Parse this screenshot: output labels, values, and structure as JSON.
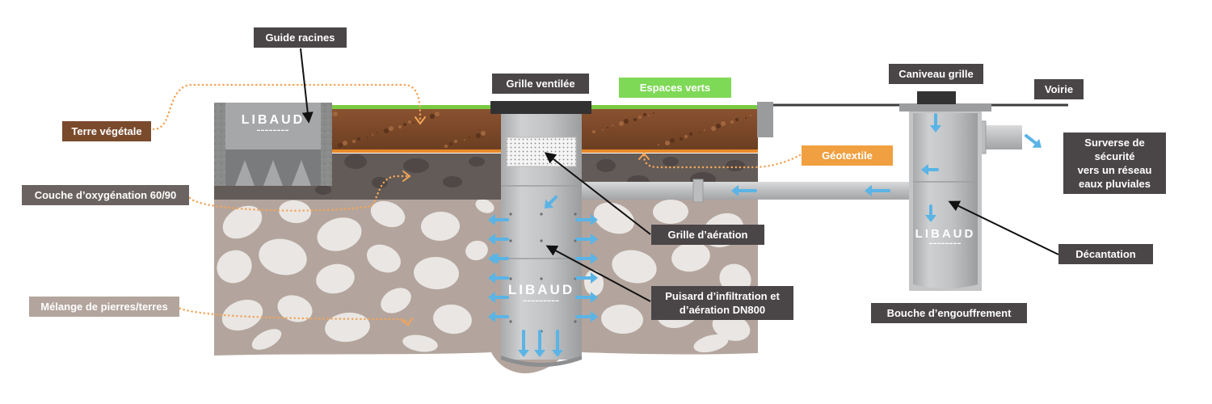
{
  "brand": "LIBAUD",
  "labels": {
    "guide_racines": "Guide racines",
    "grille_ventilee": "Grille ventilée",
    "espaces_verts": "Espaces verts",
    "caniveau_grille": "Caniveau grille",
    "voirie": "Voirie",
    "terre_vegetale": "Terre végétale",
    "geotextile": "Géotextile",
    "surverse_line1": "Surverse de sécurité",
    "surverse_line2": "vers un réseau",
    "surverse_line3": "eaux pluviales",
    "couche_oxygenation": "Couche d’oxygénation 60/90",
    "grille_aeration": "Grille d’aération",
    "decantation": "Décantation",
    "puisard_line1": "Puisard d’infiltration et",
    "puisard_line2": "d’aération DN800",
    "melange": "Mélange de pierres/terres",
    "bouche": "Bouche d’engouffrement"
  },
  "colors": {
    "label_dark": "#4a4547",
    "label_brown": "#7a4a2c",
    "label_orange": "#f0a040",
    "label_green": "#7ed957",
    "label_tan": "#b3a59d",
    "water_arrow": "#5ab4e6",
    "topsoil": "#7a4a2c",
    "gravel": "#b3a59d"
  }
}
